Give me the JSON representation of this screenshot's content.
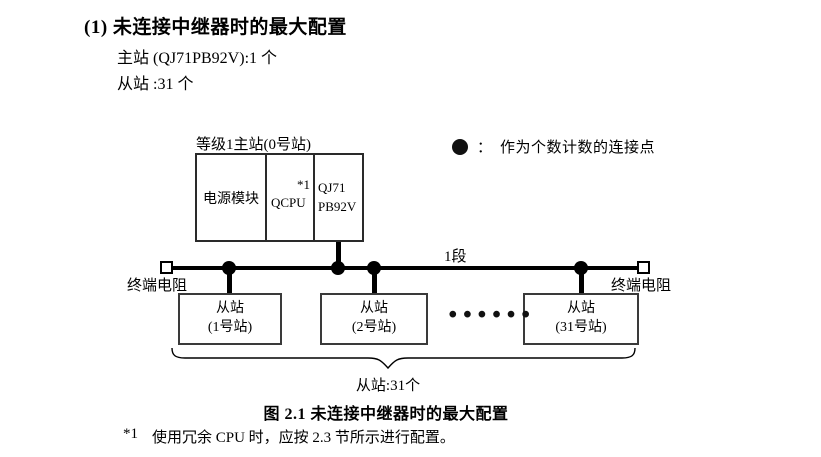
{
  "header": {
    "title": "(1) 未连接中继器时的最大配置",
    "master_line": "主站 (QJ71PB92V):1 个",
    "slave_line": "从站 :31 个"
  },
  "diagram": {
    "master_label": "等级1主站(0号站)",
    "master": {
      "power": "电源模块",
      "cpu": "QCPU",
      "cpu_note": "*1",
      "pb_line1": "QJ71",
      "pb_line2": "PB92V"
    },
    "legend": {
      "symbol": "connection-point-dot",
      "separator": "：",
      "text": "作为个数计数的连接点"
    },
    "segment_label": "1段",
    "terminator_left": "终端电阻",
    "terminator_right": "终端电阻",
    "slaves": [
      {
        "line1": "从站",
        "line2": "(1号站)"
      },
      {
        "line1": "从站",
        "line2": "(2号站)"
      },
      {
        "line1": "从站",
        "line2": "(31号站)"
      }
    ],
    "ellipsis": "••••••",
    "brace_label": "从站:31个"
  },
  "caption": "图 2.1 未连接中继器时的最大配置",
  "footnote": {
    "marker": "*1",
    "text": "使用冗余 CPU 时，应按 2.3 节所示进行配置。"
  }
}
